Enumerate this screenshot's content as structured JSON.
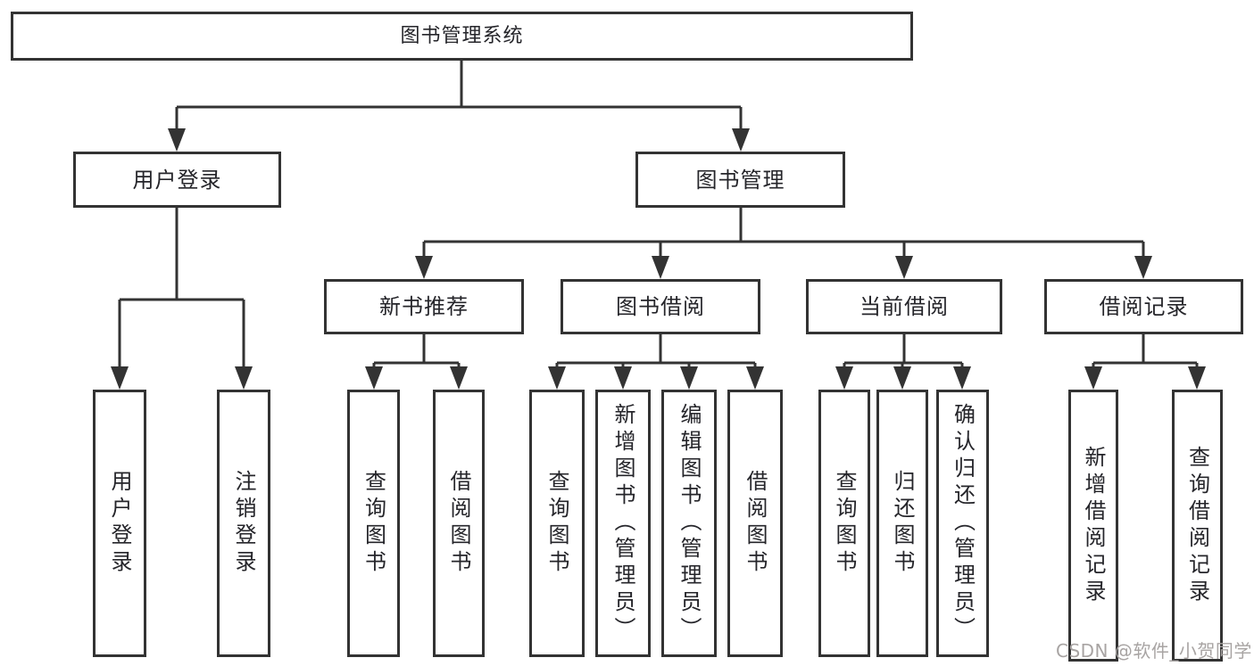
{
  "nodes": {
    "root": "图书管理系统",
    "level2": {
      "login": "用户登录",
      "manage": "图书管理"
    },
    "level3": {
      "recommend": "新书推荐",
      "borrow": "图书借阅",
      "current": "当前借阅",
      "records": "借阅记录"
    },
    "leaves": {
      "login": [
        "用户登录",
        "注销登录"
      ],
      "recommend": [
        "查询图书",
        "借阅图书"
      ],
      "borrow": [
        "查询图书",
        "新增图书（管理员）",
        "编辑图书（管理员）",
        "借阅图书"
      ],
      "current": [
        "查询图书",
        "归还图书",
        "确认归还（管理员）"
      ],
      "records": [
        "新增借阅记录",
        "查询借阅记录"
      ]
    }
  },
  "watermark": "CSDN @软件_小贺同学",
  "colors": {
    "line": "#333333",
    "text": "#25252a",
    "watermark": "#a8a4a3",
    "background": "#ffffff"
  }
}
